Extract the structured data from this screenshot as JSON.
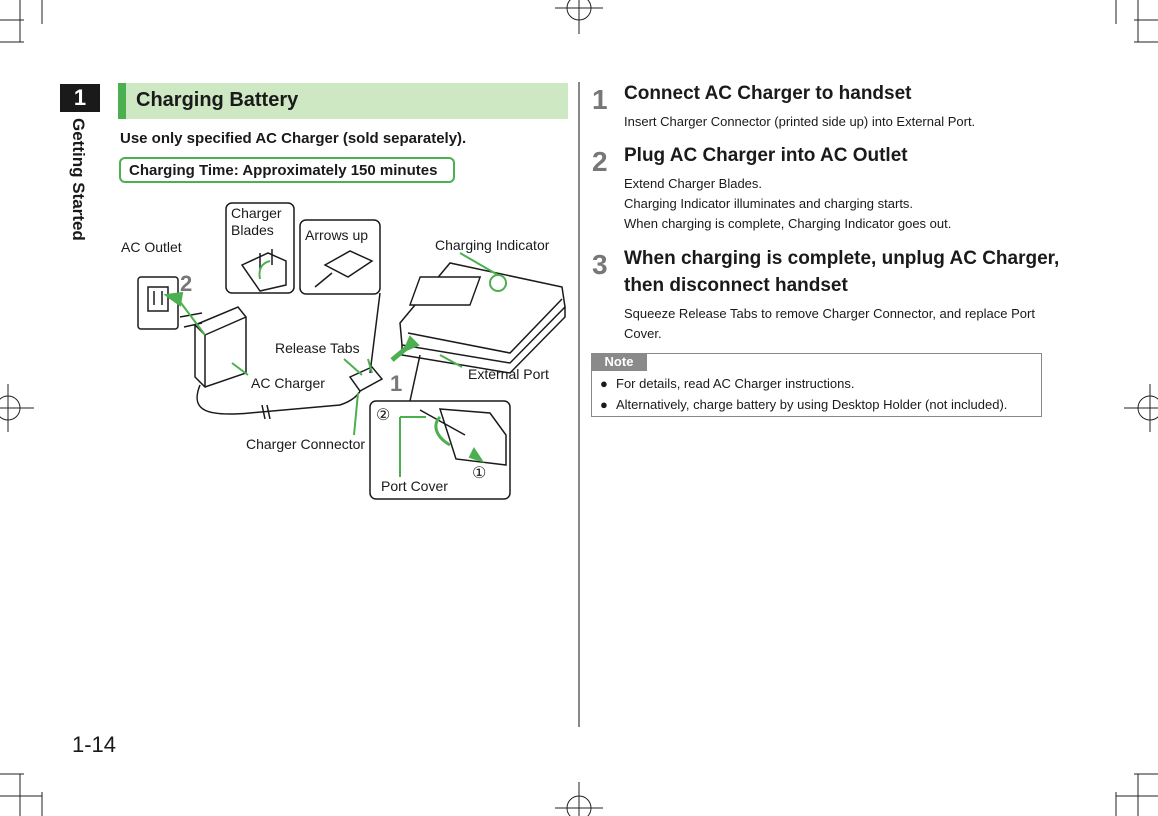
{
  "chapter": {
    "number": "1",
    "label": "Getting Started"
  },
  "page_number": "1-14",
  "section": {
    "title": "Charging Battery",
    "intro": "Use only specified AC Charger (sold separately).",
    "charging_time": "Charging Time: Approximately 150 minutes"
  },
  "diagram": {
    "labels": {
      "ac_outlet": "AC Outlet",
      "charger_blades_1": "Charger",
      "charger_blades_2": "Blades",
      "arrows_up": "Arrows up",
      "charging_indicator": "Charging Indicator",
      "release_tabs": "Release Tabs",
      "ac_charger": "AC Charger",
      "external_port": "External Port",
      "charger_connector": "Charger Connector",
      "port_cover": "Port Cover",
      "step_1": "1",
      "step_2": "2",
      "circled_1": "①",
      "circled_2": "②"
    }
  },
  "steps": [
    {
      "num": "1",
      "title": "Connect AC Charger to handset",
      "desc": [
        "Insert Charger Connector (printed side up) into External Port."
      ]
    },
    {
      "num": "2",
      "title": "Plug AC Charger into AC Outlet",
      "desc": [
        "Extend Charger Blades.",
        "Charging Indicator illuminates and charging starts.",
        "When charging is complete, Charging Indicator goes out."
      ]
    },
    {
      "num": "3",
      "title_lines": [
        "When charging is complete, unplug AC Charger,",
        "then disconnect handset"
      ],
      "desc": [
        "Squeeze Release Tabs to remove Charger Connector, and replace Port",
        "Cover."
      ]
    }
  ],
  "note": {
    "tab": "Note",
    "items": [
      "For details, read AC Charger instructions.",
      "Alternatively, charge battery by using Desktop Holder (not included)."
    ]
  },
  "colors": {
    "accent_green": "#4caf50",
    "title_bg": "#cfe8c4"
  }
}
